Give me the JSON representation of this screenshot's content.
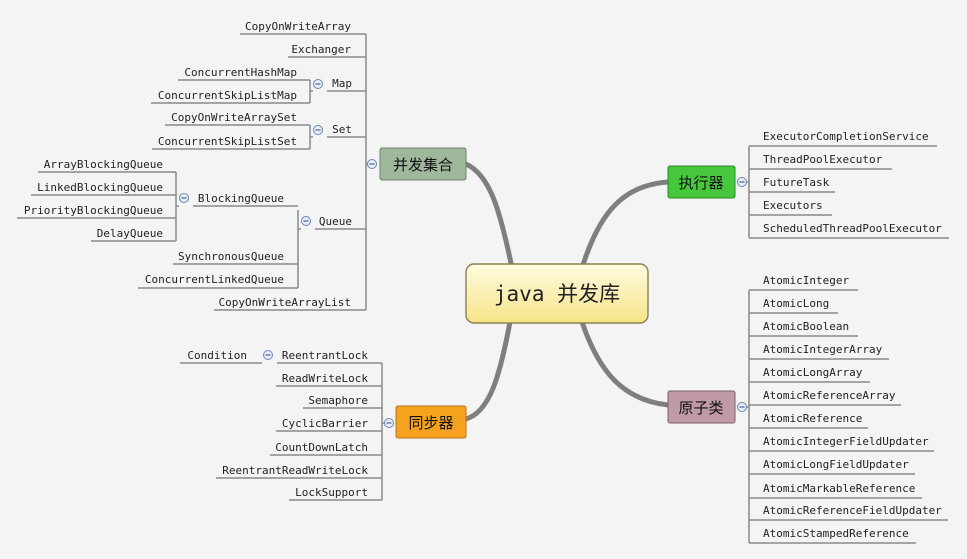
{
  "root": "java 并发库",
  "colors": {
    "root_top": "#fffbe0",
    "root_bottom": "#f6e48a",
    "collections": "#9fb79b",
    "executor": "#46c73c",
    "sync": "#f6a21e",
    "atomic": "#c09aa8"
  },
  "collections": {
    "label": "并发集合",
    "copy_on_write_array": "CopyOnWriteArray",
    "exchanger": "Exchanger",
    "map": {
      "label": "Map",
      "items": [
        "ConcurrentHashMap",
        "ConcurrentSkipListMap"
      ]
    },
    "set": {
      "label": "Set",
      "items": [
        "CopyOnWriteArraySet",
        "ConcurrentSkipListSet"
      ]
    },
    "queue": {
      "label": "Queue",
      "blocking": {
        "label": "BlockingQueue",
        "items": [
          "ArrayBlockingQueue",
          "LinkedBlockingQueue",
          "PriorityBlockingQueue",
          "DelayQueue"
        ]
      },
      "items": [
        "SynchronousQueue",
        "ConcurrentLinkedQueue"
      ]
    },
    "copy_on_write_array_list": "CopyOnWriteArrayList"
  },
  "sync": {
    "label": "同步器",
    "reentrant_lock": {
      "label": "ReentrantLock",
      "items": [
        "Condition"
      ]
    },
    "items": [
      "ReadWriteLock",
      "Semaphore",
      "CyclicBarrier",
      "CountDownLatch",
      "ReentrantReadWriteLock",
      "LockSupport"
    ]
  },
  "executor": {
    "label": "执行器",
    "items": [
      "ExecutorCompletionService",
      "ThreadPoolExecutor",
      "FutureTask",
      "Executors",
      "ScheduledThreadPoolExecutor"
    ]
  },
  "atomic": {
    "label": "原子类",
    "items": [
      "AtomicInteger",
      "AtomicLong",
      "AtomicBoolean",
      "AtomicIntegerArray",
      "AtomicLongArray",
      "AtomicReferenceArray",
      "AtomicReference",
      "AtomicIntegerFieldUpdater",
      "AtomicLongFieldUpdater",
      "AtomicMarkableReference",
      "AtomicReferenceFieldUpdater",
      "AtomicStampedReference"
    ]
  }
}
